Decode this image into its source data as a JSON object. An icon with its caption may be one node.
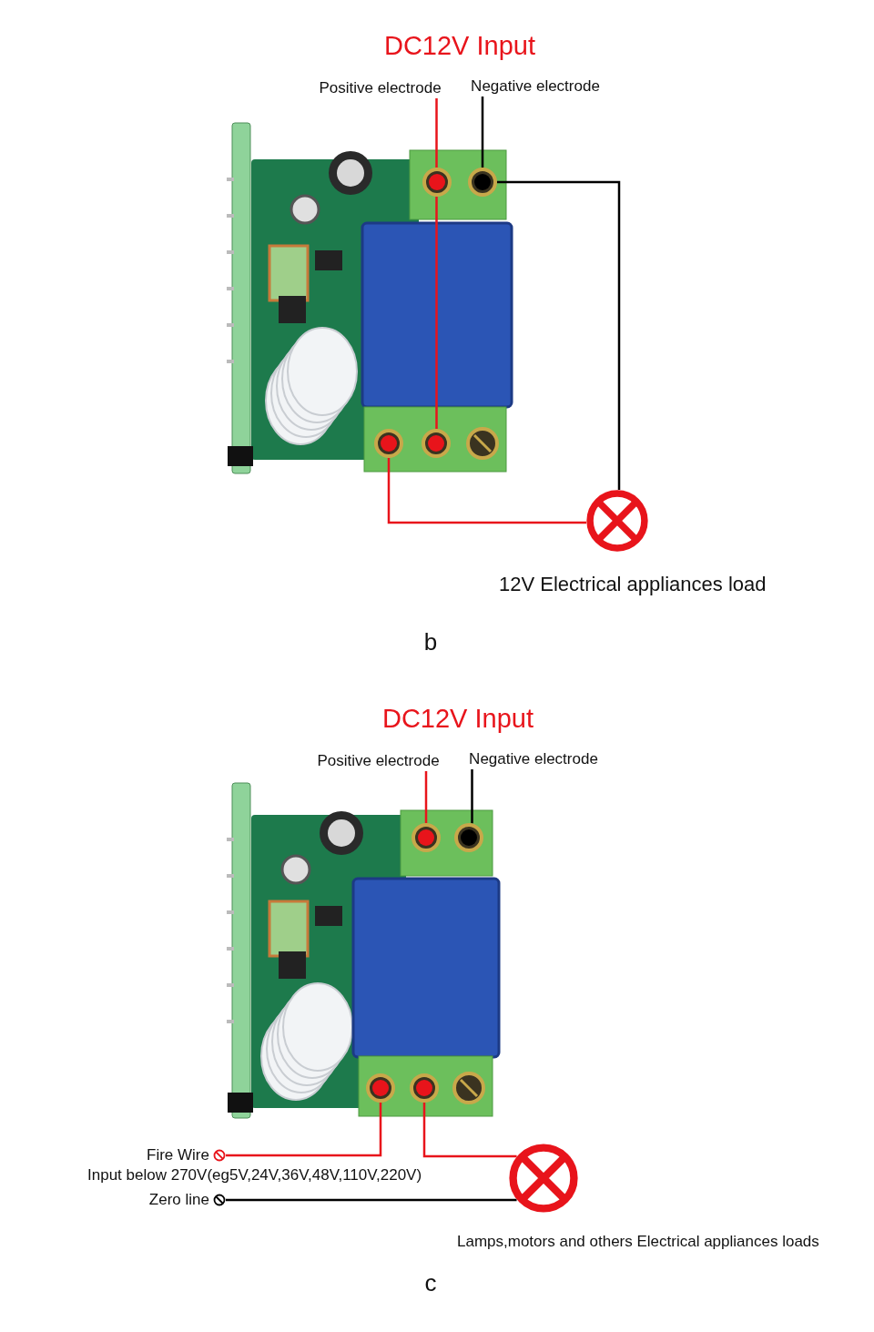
{
  "diagram": {
    "title": "DC12V Input",
    "nodes": [
      {
        "text": [
          "Positive electrode"
        ]
      },
      {
        "text": [
          "Negative electrode"
        ]
      },
      {
        "text": [],
        "shape": "circle"
      },
      {
        "text": [],
        "shape": "circle"
      },
      {
        "text": [],
        "shape": "circle"
      },
      {
        "text": [],
        "shape": "circle"
      },
      {
        "text": [],
        "shape": "circle",
        "beside": [
          "12V Electrical appliances load"
        ]
      },
      {
        "text": [
          "Positive electrode"
        ]
      },
      {
        "text": [
          "Negative electrode"
        ]
      },
      {
        "text": [],
        "shape": "circle"
      },
      {
        "text": [],
        "shape": "circle"
      },
      {
        "text": [],
        "shape": "circle"
      },
      {
        "text": [],
        "shape": "circle"
      },
      {
        "text": [],
        "shape": "circle",
        "beside": [
          "Lamps,motors and others Electrical appliances loads"
        ]
      },
      {
        "text": [
          "Fire Wire"
        ]
      },
      {
        "text": [
          "Zero line"
        ]
      }
    ],
    "edges": [
      {
        "from": 0,
        "to": 2,
        "arrow": "none"
      },
      {
        "from": 1,
        "to": 3,
        "arrow": "none",
        "color": "#000000"
      },
      {
        "from": 2,
        "to": 5,
        "arrow": "none"
      },
      {
        "from": 3,
        "to": 6,
        "arrow": "none",
        "color": "#000000"
      },
      {
        "from": 4,
        "to": 6,
        "arrow": "none"
      },
      {
        "from": 7,
        "to": 9,
        "arrow": "none"
      },
      {
        "from": 8,
        "to": 10,
        "arrow": "none",
        "color": "#000000"
      },
      {
        "from": 14,
        "to": 11,
        "arrow": "none"
      },
      {
        "from": 12,
        "to": 13,
        "arrow": "none"
      },
      {
        "from": 15,
        "to": 13,
        "arrow": "none",
        "color": "#000000"
      }
    ],
    "labels": [
      "b",
      "DC12V Input",
      "Input below 270V(eg5V,24V,36V,48V,110V,220V)",
      "c"
    ]
  }
}
